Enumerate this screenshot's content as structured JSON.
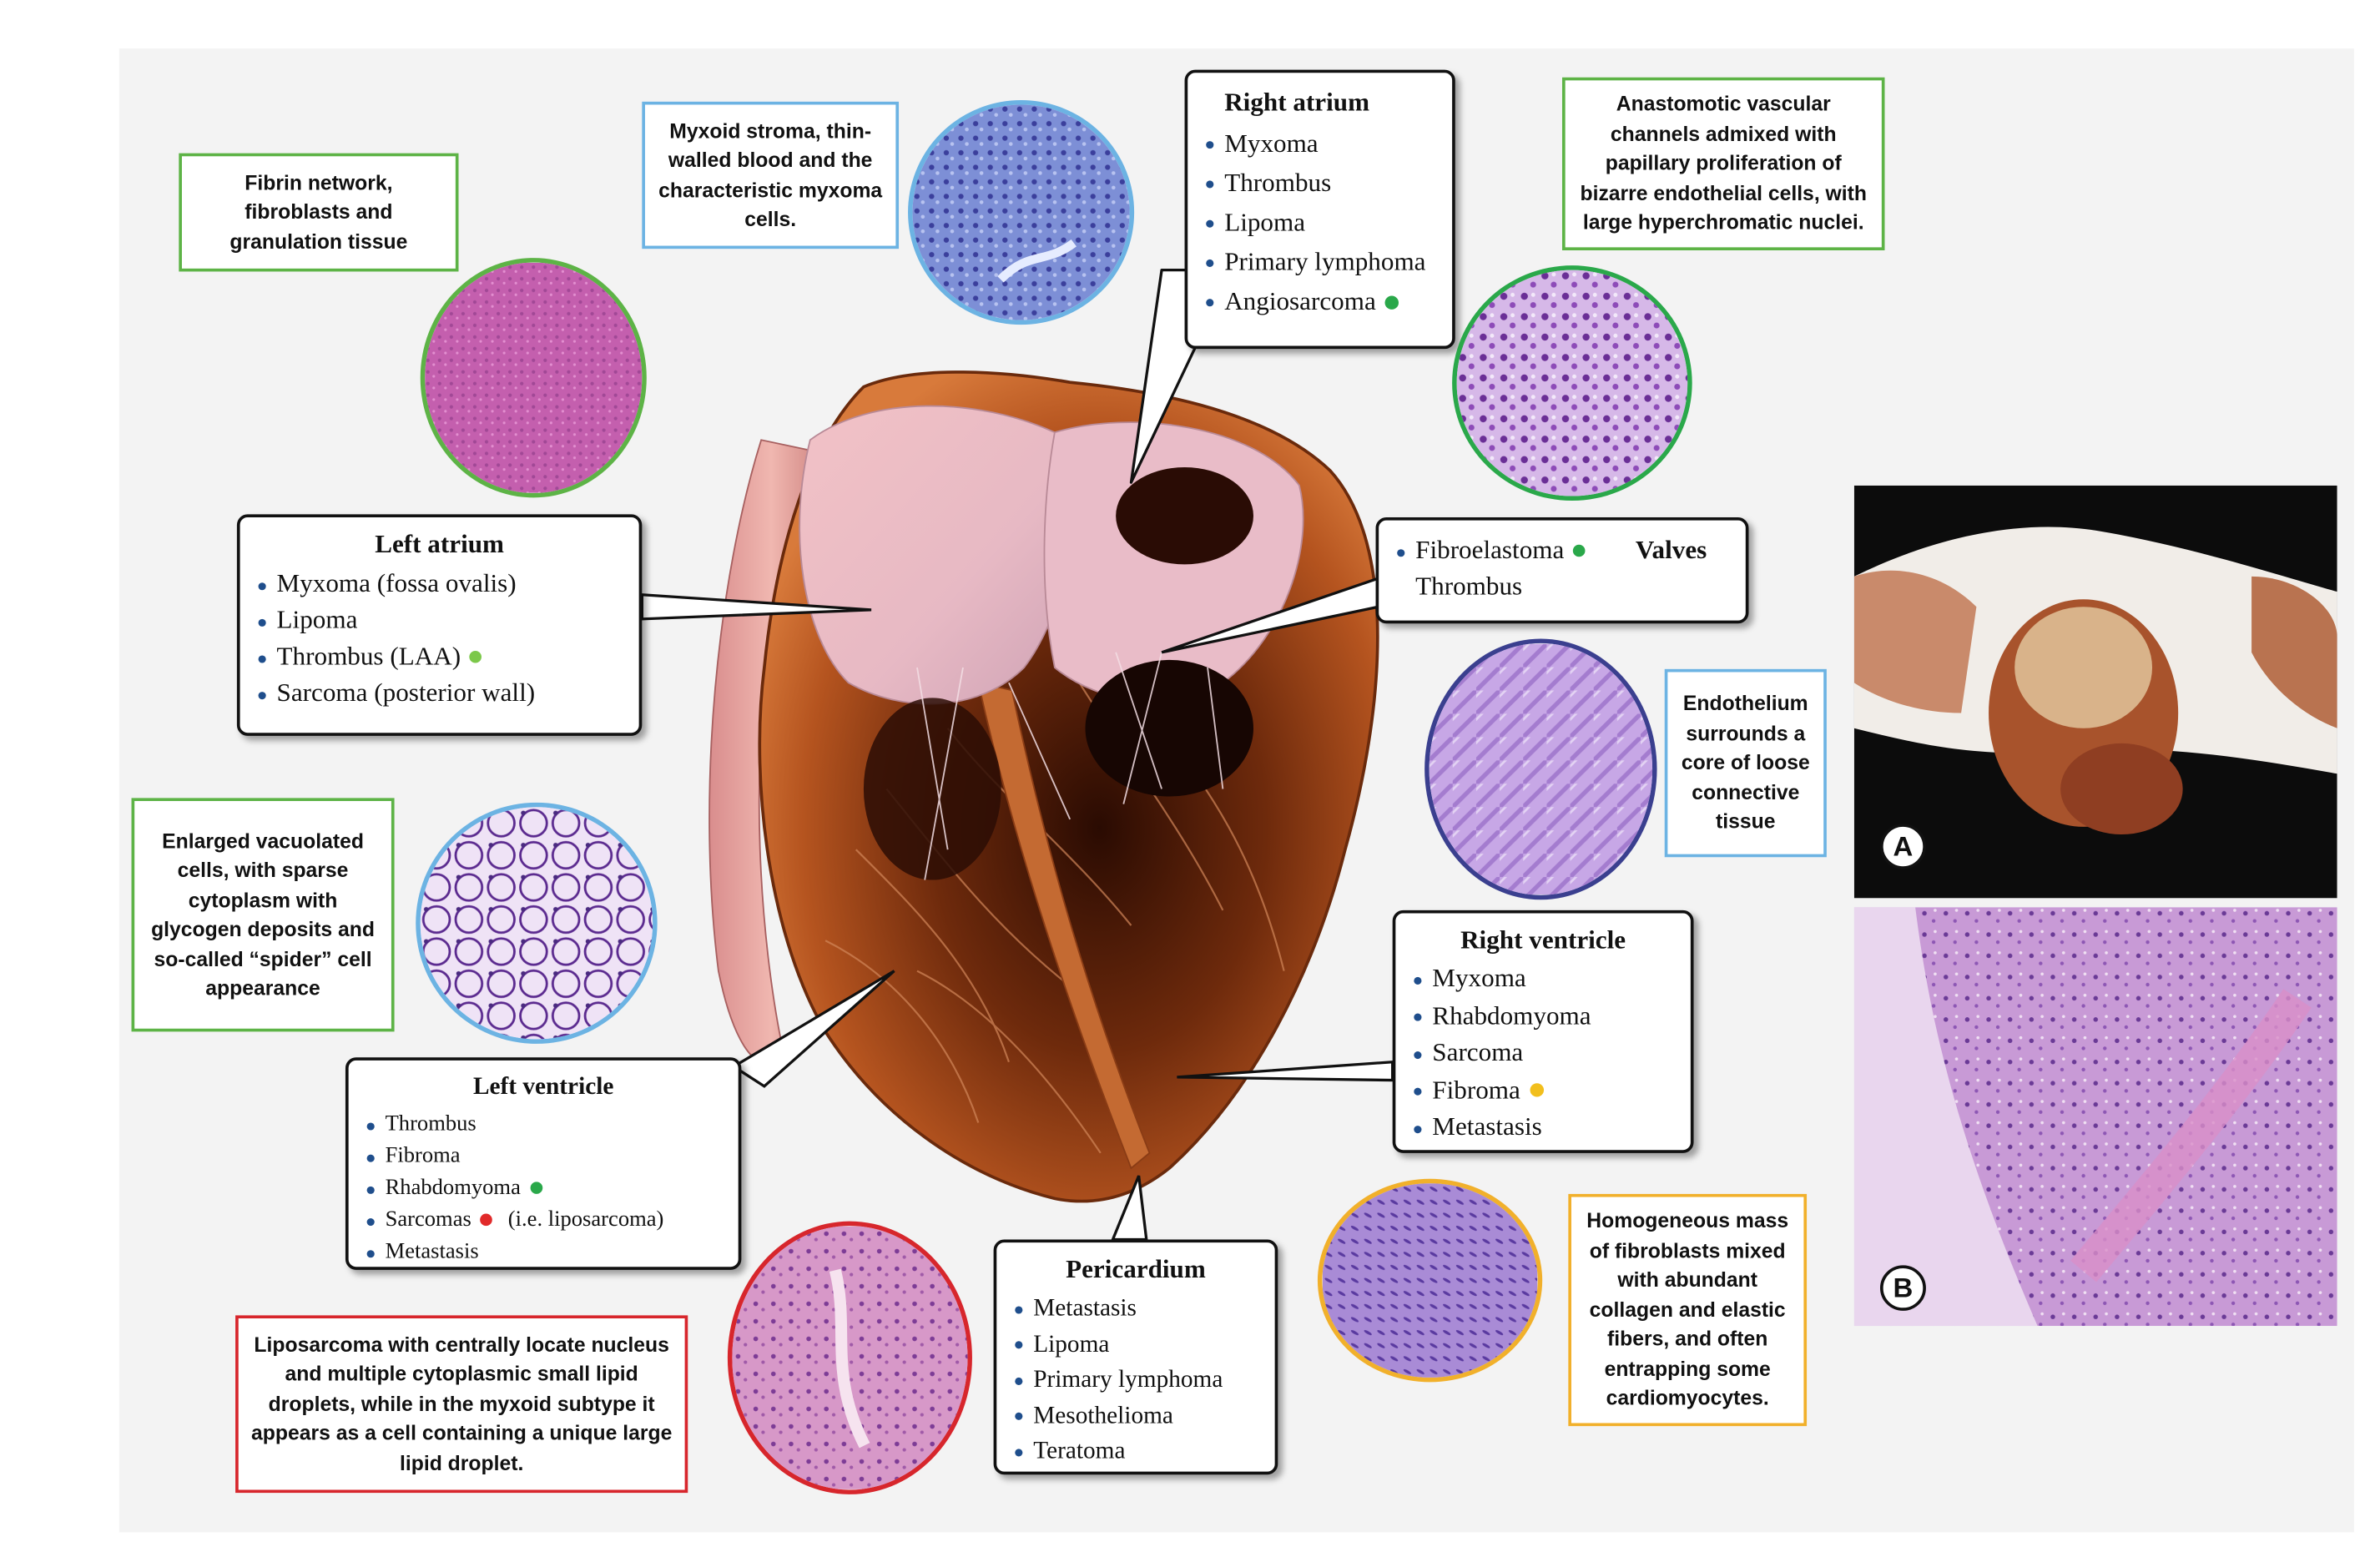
{
  "colors": {
    "green": "#5db346",
    "blue": "#6cb3e3",
    "red": "#d7262c",
    "orange": "#f1b02b",
    "navy": "#3a3f8f",
    "bullet": "#1f4e8c",
    "dot_green": "#2aa84a",
    "dot_red": "#e12a2a",
    "dot_yellow": "#f2bf1d"
  },
  "sections": {
    "right_atrium": {
      "title": "Right atrium",
      "items": [
        "Myxoma",
        "Thrombus",
        "Lipoma",
        "Primary lymphoma",
        "Angiosarcoma"
      ]
    },
    "left_atrium": {
      "title": "Left atrium",
      "items": [
        "Myxoma (fossa ovalis)",
        "Lipoma",
        "Thrombus (LAA)",
        "Sarcoma (posterior wall)"
      ]
    },
    "valves": {
      "title": "Valves",
      "items": [
        "Fibroelastoma",
        "Thrombus"
      ]
    },
    "right_ventricle": {
      "title": "Right ventricle",
      "items": [
        "Myxoma",
        "Rhabdomyoma",
        "Sarcoma",
        "Fibroma",
        "Metastasis"
      ]
    },
    "left_ventricle": {
      "title": "Left ventricle",
      "items": [
        "Thrombus",
        "Fibroma",
        "Rhabdomyoma",
        "Sarcomas",
        "Metastasis"
      ],
      "note": "(i.e. liposarcoma)"
    },
    "pericardium": {
      "title": "Pericardium",
      "items": [
        "Metastasis",
        "Lipoma",
        "Primary lymphoma",
        "Mesothelioma",
        "Teratoma"
      ]
    }
  },
  "descriptions": {
    "fibrin": "Fibrin network, fibroblasts and granulation tissue",
    "myxoid": "Myxoid stroma, thin-walled blood and the characteristic myxoma cells.",
    "anastomotic": "Anastomotic vascular channels admixed with papillary proliferation of bizarre endothelial cells, with large hyperchromatic nuclei.",
    "endothelium": "Endothelium surrounds a core of loose connective tissue",
    "vacuolated": "Enlarged vacuolated cells, with sparse cytoplasm with glycogen deposits and so-called “spider” cell appearance",
    "homogeneous": "Homogeneous mass of fibroblasts mixed with abundant collagen and elastic fibers, and often entrapping some cardiomyocytes.",
    "liposarcoma": "Liposarcoma  with centrally locate nucleus and multiple cytoplasmic small lipid droplets, while in the myxoid subtype it appears as a cell containing a unique large lipid droplet."
  },
  "photos": {
    "a_label": "A",
    "b_label": "B"
  }
}
